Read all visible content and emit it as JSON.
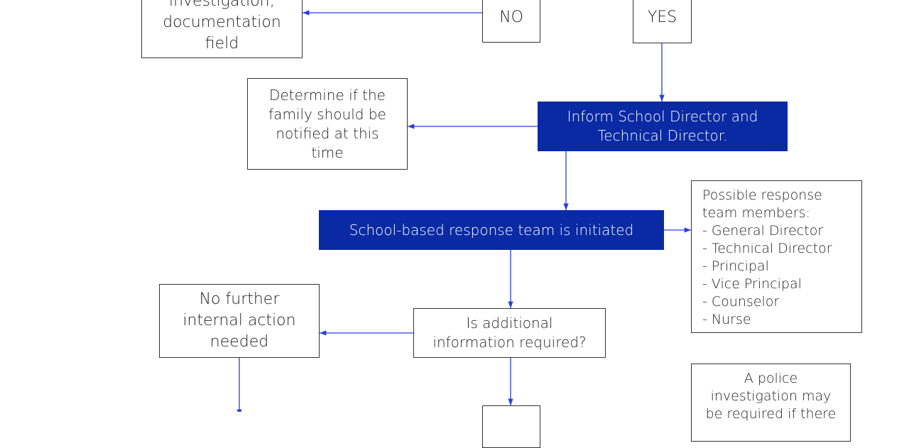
{
  "colors": {
    "accent_blue": "#0a2aa3",
    "line_blue": "#2a3fd6",
    "border": "#333333"
  },
  "nodes": {
    "investigation_box": {
      "lines": [
        "investigation;",
        "documentation",
        "field"
      ]
    },
    "no_box": {
      "text": "NO"
    },
    "yes_box": {
      "text": "YES"
    },
    "family_box": {
      "lines": [
        "Determine if the",
        "family should be",
        "notified at this",
        "time"
      ]
    },
    "inform_box": {
      "lines": [
        "Inform School Director and",
        "Technical Director."
      ]
    },
    "response_team_box": {
      "text": "School-based response team is initiated"
    },
    "members_box": {
      "title_lines": [
        "Possible response",
        "team members:"
      ],
      "items": [
        "- General Director",
        "- Technical Director",
        "- Principal",
        "- Vice Principal",
        "- Counselor",
        "- Nurse"
      ]
    },
    "no_further_box": {
      "lines": [
        "No further",
        "internal action",
        "needed"
      ]
    },
    "additional_info_box": {
      "lines": [
        "Is additional",
        "information required?"
      ]
    },
    "police_box": {
      "lines": [
        "A police",
        "investigation may",
        "be required if there"
      ]
    }
  }
}
